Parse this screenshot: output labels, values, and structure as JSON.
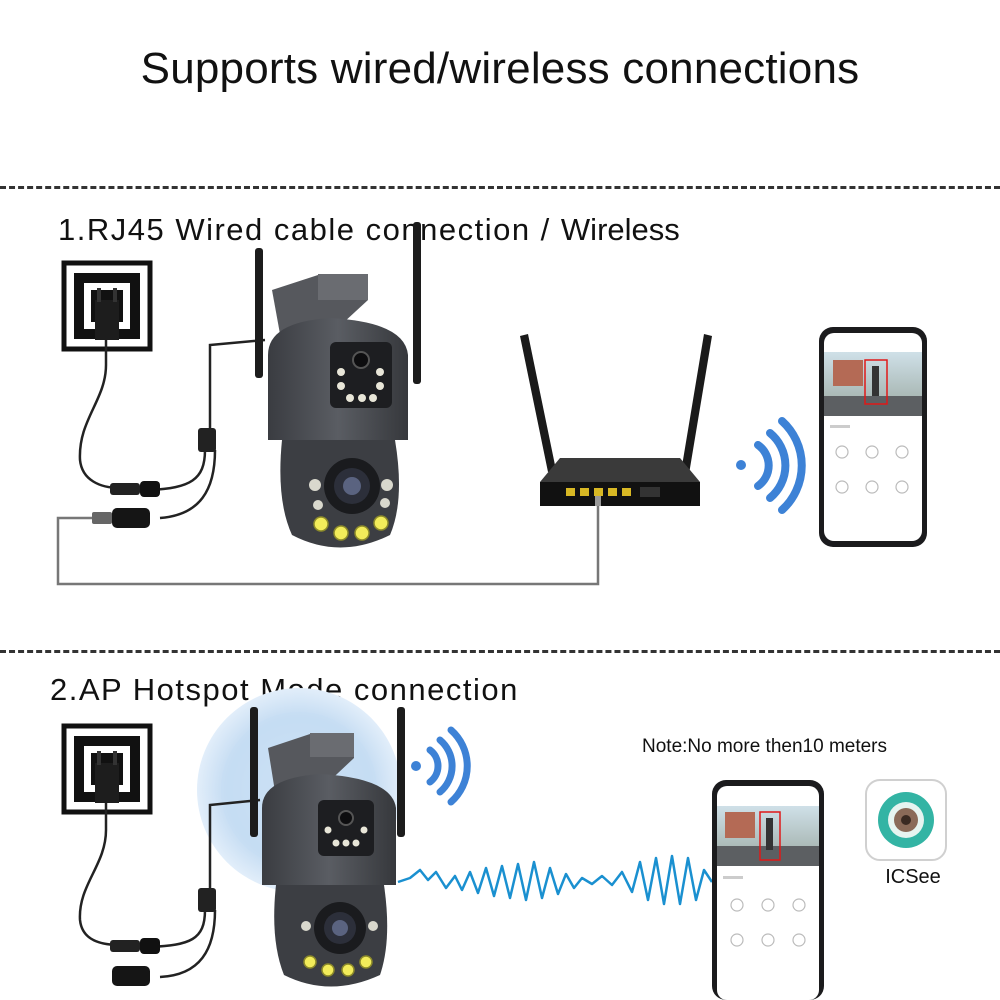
{
  "header": {
    "title": "Supports wired/wireless connections"
  },
  "section1": {
    "number": "1.",
    "title": "RJ45 Wired cable connection / ",
    "title_end": "Wireless"
  },
  "section2": {
    "number": "2",
    "title": ".AP Hotspot Mode connection"
  },
  "note": {
    "text": "Note:No more then10 meters"
  },
  "app": {
    "name": "ICSee",
    "icon": "icsee-lens-icon"
  },
  "colors": {
    "wifi_blue": "#3d82d6",
    "signal_blue": "#1a90d0",
    "glow": "#bcd8f2",
    "camera": "#4a4c52"
  }
}
